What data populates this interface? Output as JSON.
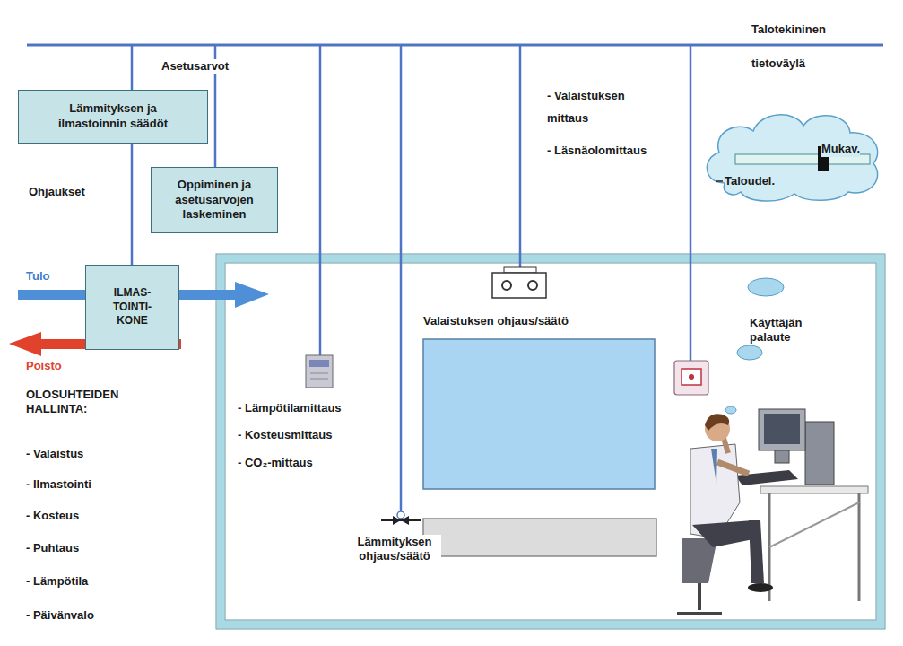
{
  "diagram": {
    "nodes": [
      {
        "text": [
          "Lämmityksen ja ilmastoinnin säädöt"
        ]
      },
      {
        "text": [
          "Oppiminen ja asetusarvojen laskeminen"
        ]
      },
      {
        "text": [
          "ILMAS- TOINTI- KONE"
        ]
      },
      {
        "text": [
          "Mukav.",
          "Taloudel."
        ]
      }
    ],
    "edges": [
      {
        "from": 0,
        "to": 2,
        "arrow": "none"
      }
    ],
    "labels": [
      "Talotekininen tietoväylä",
      "Asetusarvot",
      "Ohjaukset",
      "Tulo",
      "Poisto",
      "OLOSUHTEIDEN HALLINTA:",
      "- Valaistus",
      "- Ilmastointi",
      "- Kosteus",
      "- Puhtaus",
      "- Lämpötila",
      "- Päivänvalo",
      "- Valaistuksen mittaus",
      "- Läsnäolomittaus",
      "Valaistuksen ohjaus/säätö",
      "Käyttäjän palaute",
      "- Lämpötilamittaus",
      "- Kosteusmittaus",
      "- CO₂-mittaus",
      "Lämmityksen ohjaus/säätö"
    ]
  }
}
